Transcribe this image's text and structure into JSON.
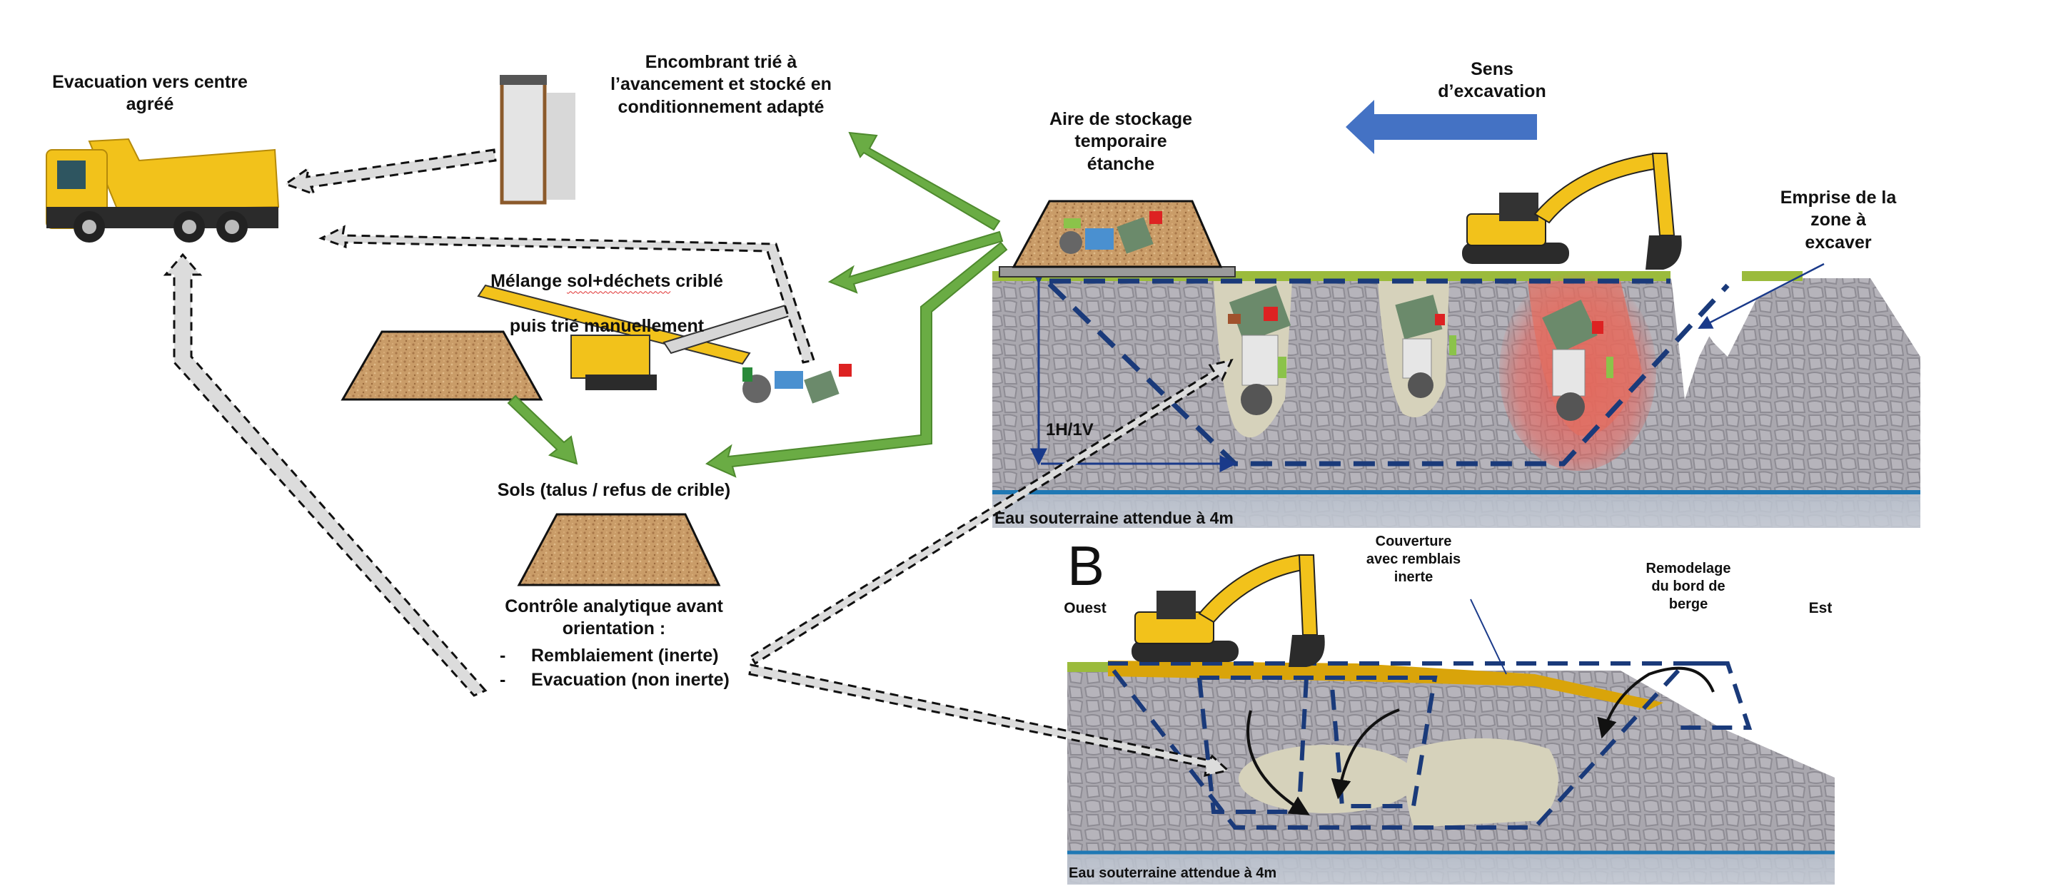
{
  "labels": {
    "evacuation_centre": "Evacuation vers centre\nagréé",
    "encombrant": "Encombrant trié à\nl’avancement et stocké en\nconditionnement adapté",
    "melange_pre": "Mélange ",
    "melange_spell": "sol+déchets",
    "melange_post": " criblé",
    "melange_line2": "puis trié manuellement",
    "sols": "Sols (talus / refus de crible)",
    "controle": "Contrôle analytique avant\norientation :",
    "controle_items": [
      {
        "bullet": "-",
        "text": "Remblaiement (inerte)"
      },
      {
        "bullet": "-",
        "text": "Evacuation (non inerte)"
      }
    ],
    "aire_stockage": "Aire de stockage\ntemporaire\nétanche",
    "sens_excavation": "Sens\nd’excavation",
    "emprise": "Emprise de la\nzone à\nexcaver",
    "slope": "1H/1V",
    "groundwater_a": "Eau souterraine attendue à 4m",
    "groundwater_b": "Eau souterraine attendue à 4m",
    "section_b": "B",
    "ouest": "Ouest",
    "est": "Est",
    "couverture": "Couverture\navec remblais\ninerte",
    "remodelage": "Remodelage\ndu bord de\nberge"
  },
  "icons": {
    "truck": "dump-truck-icon",
    "container": "waste-container-icon",
    "screener": "screening-machine-icon",
    "excavator": "excavator-icon",
    "soil_pile": "soil-pile-icon",
    "waste_pile": "waste-pile-icon"
  },
  "colors": {
    "green_arrow": "#6aac44",
    "blue_arrow": "#4472c4",
    "dashed_boundary": "#1a3a7a",
    "ground": "#a8a6ad",
    "groundwater_line": "#1f78b4",
    "grass": "#9bbb3c",
    "backfill_cover": "#d9a40a",
    "soil": "#c79a66",
    "machine_yellow": "#f2c21b"
  }
}
